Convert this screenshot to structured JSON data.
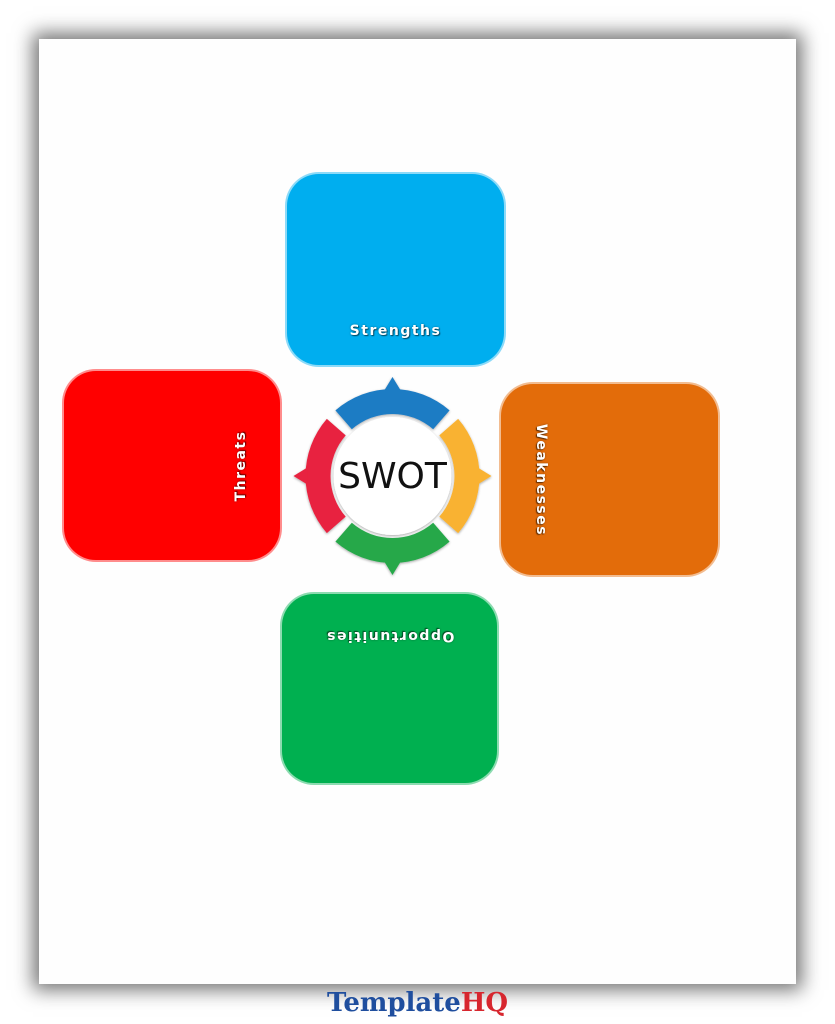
{
  "diagram": {
    "center_label": "SWOT",
    "tiles": [
      {
        "id": "strengths",
        "label": "Strengths",
        "color": "#00AEEF"
      },
      {
        "id": "weaknesses",
        "label": "Weaknesses",
        "color": "#E36C0A"
      },
      {
        "id": "opportunities",
        "label": "Opportunities",
        "color": "#00B050"
      },
      {
        "id": "threats",
        "label": "Threats",
        "color": "#FF0000"
      }
    ],
    "ring_colors": {
      "top": "#1F7BC4",
      "right": "#F9B233",
      "bottom": "#25A84A",
      "left": "#E8223F"
    }
  },
  "branding": {
    "logo_part1": "Template",
    "logo_part2": "HQ",
    "logo_color1": "#1F4E9E",
    "logo_color2": "#D7262E"
  }
}
